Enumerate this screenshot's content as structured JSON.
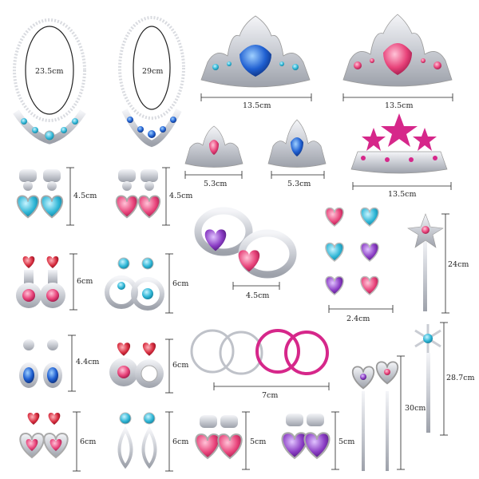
{
  "labels": {
    "necklace_left": "23.5cm",
    "necklace_right": "29cm",
    "tiara_large_left": "13.5cm",
    "tiara_large_right": "13.5cm",
    "tiara_small_left": "5.3cm",
    "tiara_small_mid": "5.3cm",
    "tiara_pink_star": "13.5cm",
    "clip_earring_blue": "4.5cm",
    "clip_earring_pink": "4.5cm",
    "bracelets_heart": "4.5cm",
    "rings": "2.4cm",
    "wand_tall": "24cm",
    "earring_red_left": "6cm",
    "earring_teal": "6cm",
    "earring_blue": "4.4cm",
    "earring_ring": "6cm",
    "bangles": "7cm",
    "wand_snowflake": "28.7cm",
    "wands_pair": "30cm",
    "earring_heart_bottom": "6cm",
    "earring_teardrop": "6cm",
    "clip_pink_bottom": "5cm",
    "clip_purple_bottom": "5cm"
  },
  "colors": {
    "silver": "#c9ccd3",
    "blue_gem": "#1f5fd1",
    "teal_gem": "#2fb6d6",
    "pink_gem": "#e8437a",
    "magenta": "#d6278a",
    "purple_gem": "#8a3cc4",
    "red_gem": "#d62a3c"
  }
}
